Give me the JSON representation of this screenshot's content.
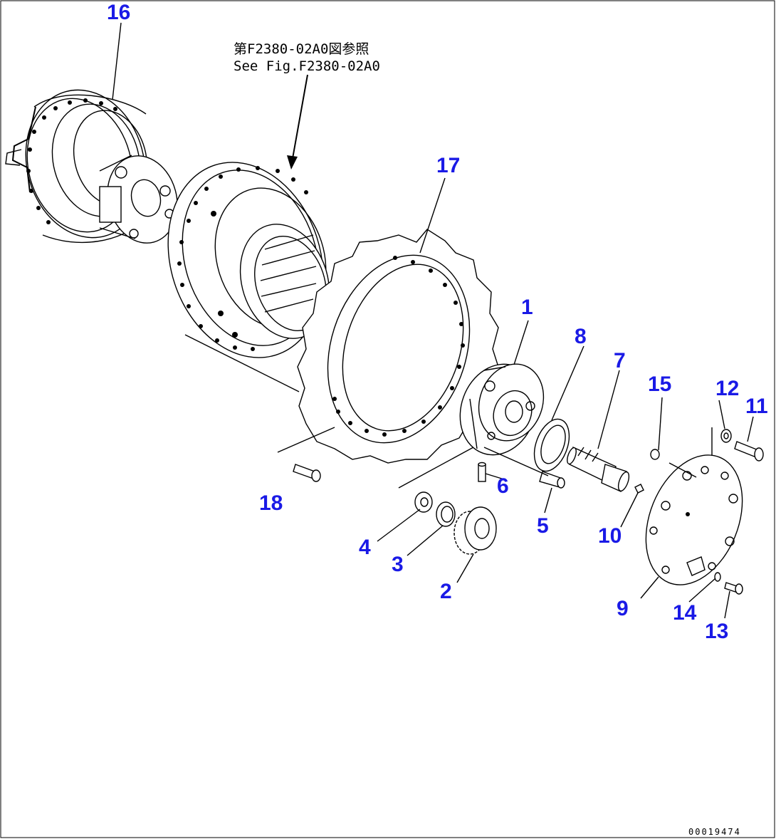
{
  "reference": {
    "line_jp": "第F2380-02A0図参照",
    "line_en": "See Fig.F2380-02A0"
  },
  "drawing_code": "00019474",
  "part_labels": [
    "1",
    "2",
    "3",
    "4",
    "5",
    "6",
    "7",
    "8",
    "9",
    "10",
    "11",
    "12",
    "13",
    "14",
    "15",
    "16",
    "17",
    "18"
  ],
  "colors": {
    "label": "#1a1ae6",
    "line": "#000000",
    "background": "#ffffff"
  }
}
